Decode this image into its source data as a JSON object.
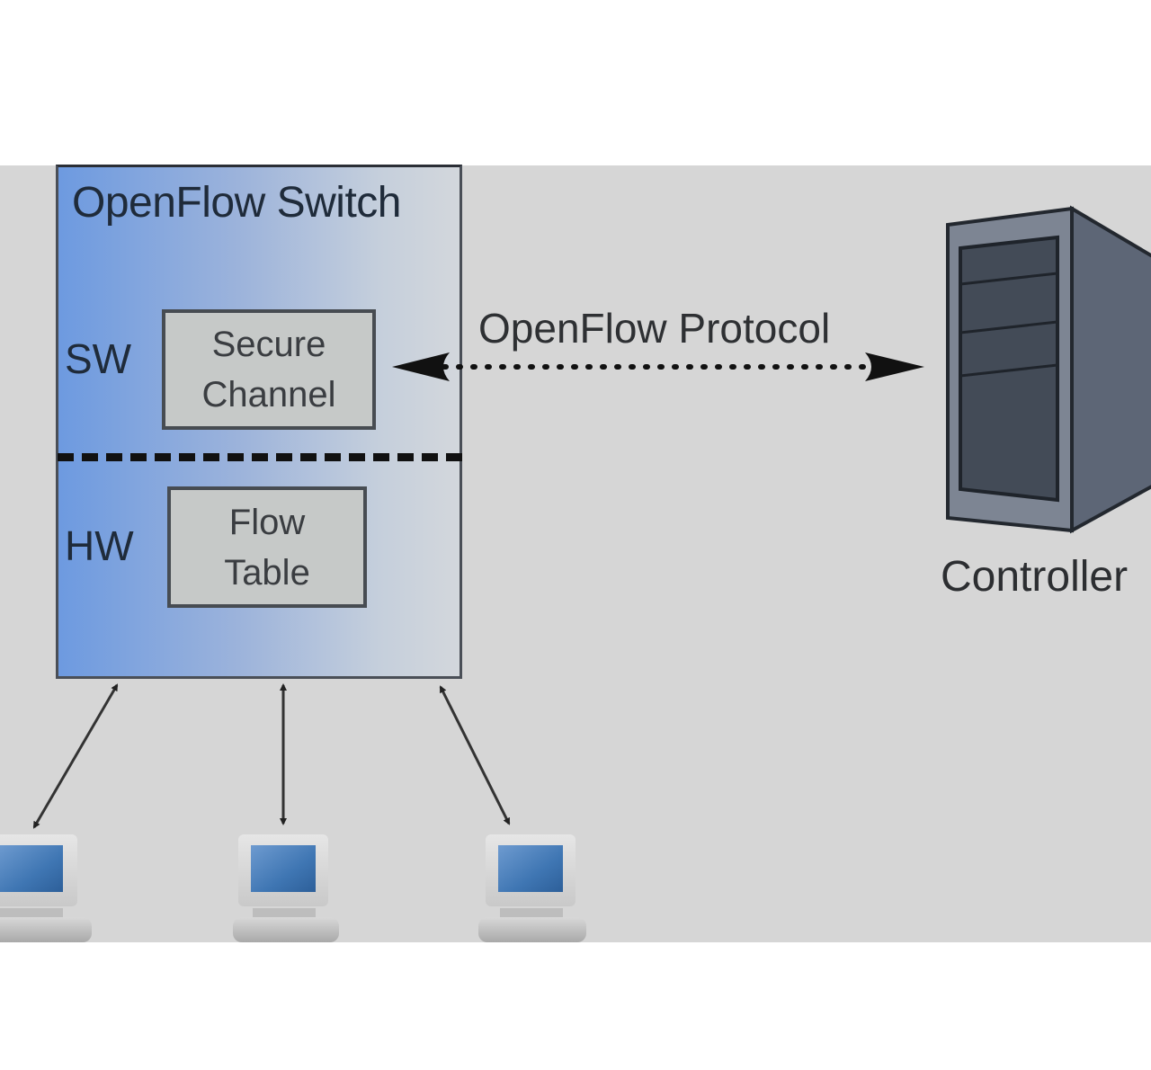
{
  "diagram": {
    "switch": {
      "title": "OpenFlow Switch",
      "sw_label": "SW",
      "hw_label": "HW",
      "secure_channel": {
        "line1": "Secure",
        "line2": "Channel"
      },
      "flow_table": {
        "line1": "Flow",
        "line2": "Table"
      }
    },
    "protocol_label": "OpenFlow Protocol",
    "controller_label": "Controller",
    "hosts": [
      {
        "icon": "desktop-computer-icon"
      },
      {
        "icon": "desktop-computer-icon"
      },
      {
        "icon": "desktop-computer-icon"
      }
    ],
    "colors": {
      "switch_gradient_start": "#6d9ae0",
      "switch_gradient_end": "#d3d7dc",
      "inner_box": "#c6c9c8",
      "background_panel": "#d6d6d6",
      "server_front": "#7d8593",
      "server_side": "#5d6676",
      "server_face": "#434b57",
      "screen_blue": "#3f76b3"
    }
  }
}
